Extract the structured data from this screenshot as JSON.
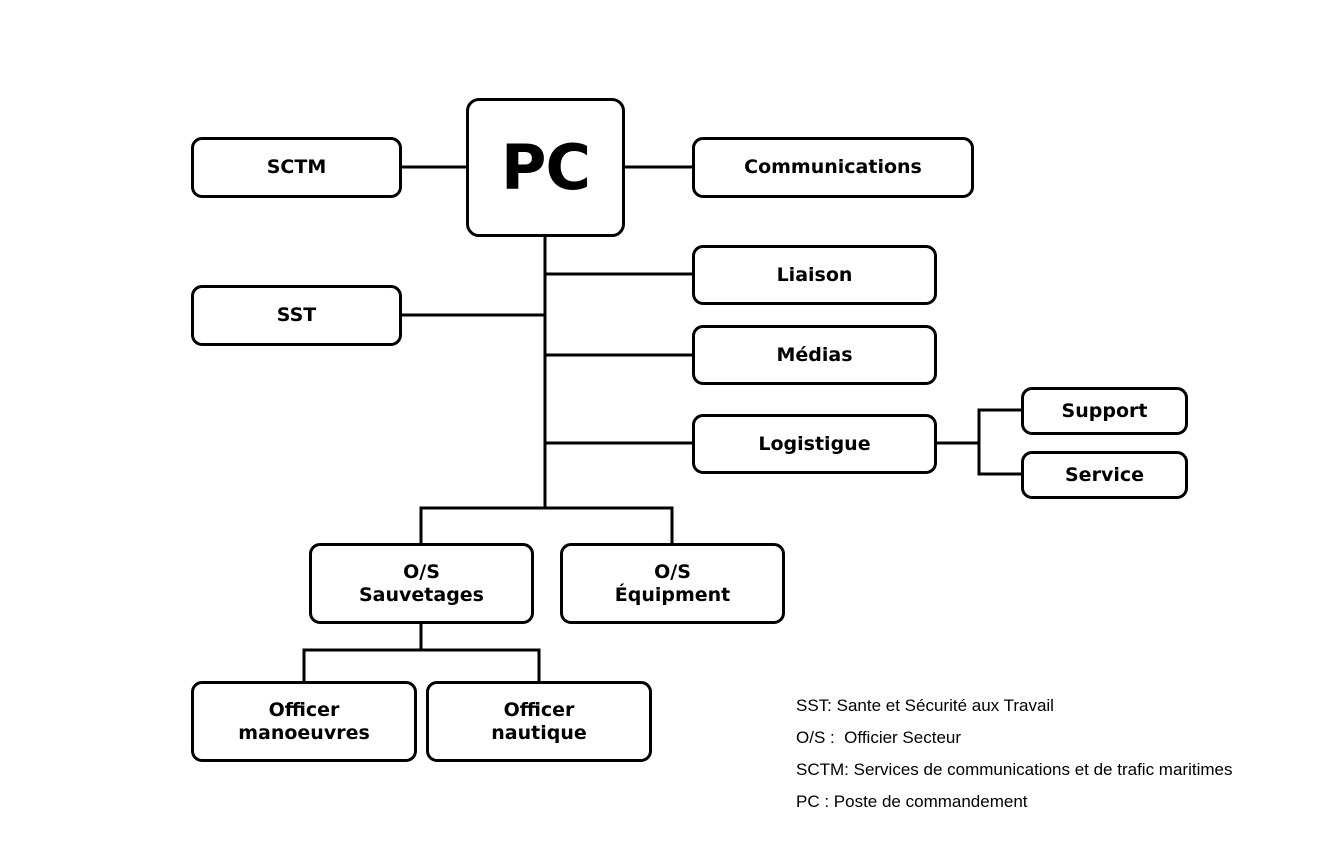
{
  "diagram": {
    "type": "organization-chart",
    "nodes": {
      "pc": "PC",
      "sctm": "SCTM",
      "communications": "Communications",
      "sst": "SST",
      "liaison": "Liaison",
      "medias": "Médias",
      "logistique": "Logistigue",
      "support": "Support",
      "service": "Service",
      "os_sauvetages": [
        "O/S",
        "Sauvetages"
      ],
      "os_equipment": [
        "O/S",
        "Équipment"
      ],
      "officer_manoeuvres": [
        "Officer",
        "manoeuvres"
      ],
      "officer_nautique": [
        "Officer",
        "nautique"
      ]
    },
    "edges": [
      [
        "PC",
        "SCTM"
      ],
      [
        "PC",
        "Communications"
      ],
      [
        "PC",
        "SST"
      ],
      [
        "PC",
        "Liaison"
      ],
      [
        "PC",
        "Médias"
      ],
      [
        "PC",
        "Logistigue"
      ],
      [
        "Logistigue",
        "Support"
      ],
      [
        "Logistigue",
        "Service"
      ],
      [
        "PC",
        "O/S Sauvetages"
      ],
      [
        "PC",
        "O/S Équipment"
      ],
      [
        "O/S Sauvetages",
        "Officer manoeuvres"
      ],
      [
        "O/S Sauvetages",
        "Officer nautique"
      ]
    ]
  },
  "legend": [
    "SST: Sante et Sécurité aux Travail",
    "O/S :  Officier Secteur",
    "SCTM: Services de communications et de trafic maritimes",
    "PC : Poste de commandement"
  ]
}
